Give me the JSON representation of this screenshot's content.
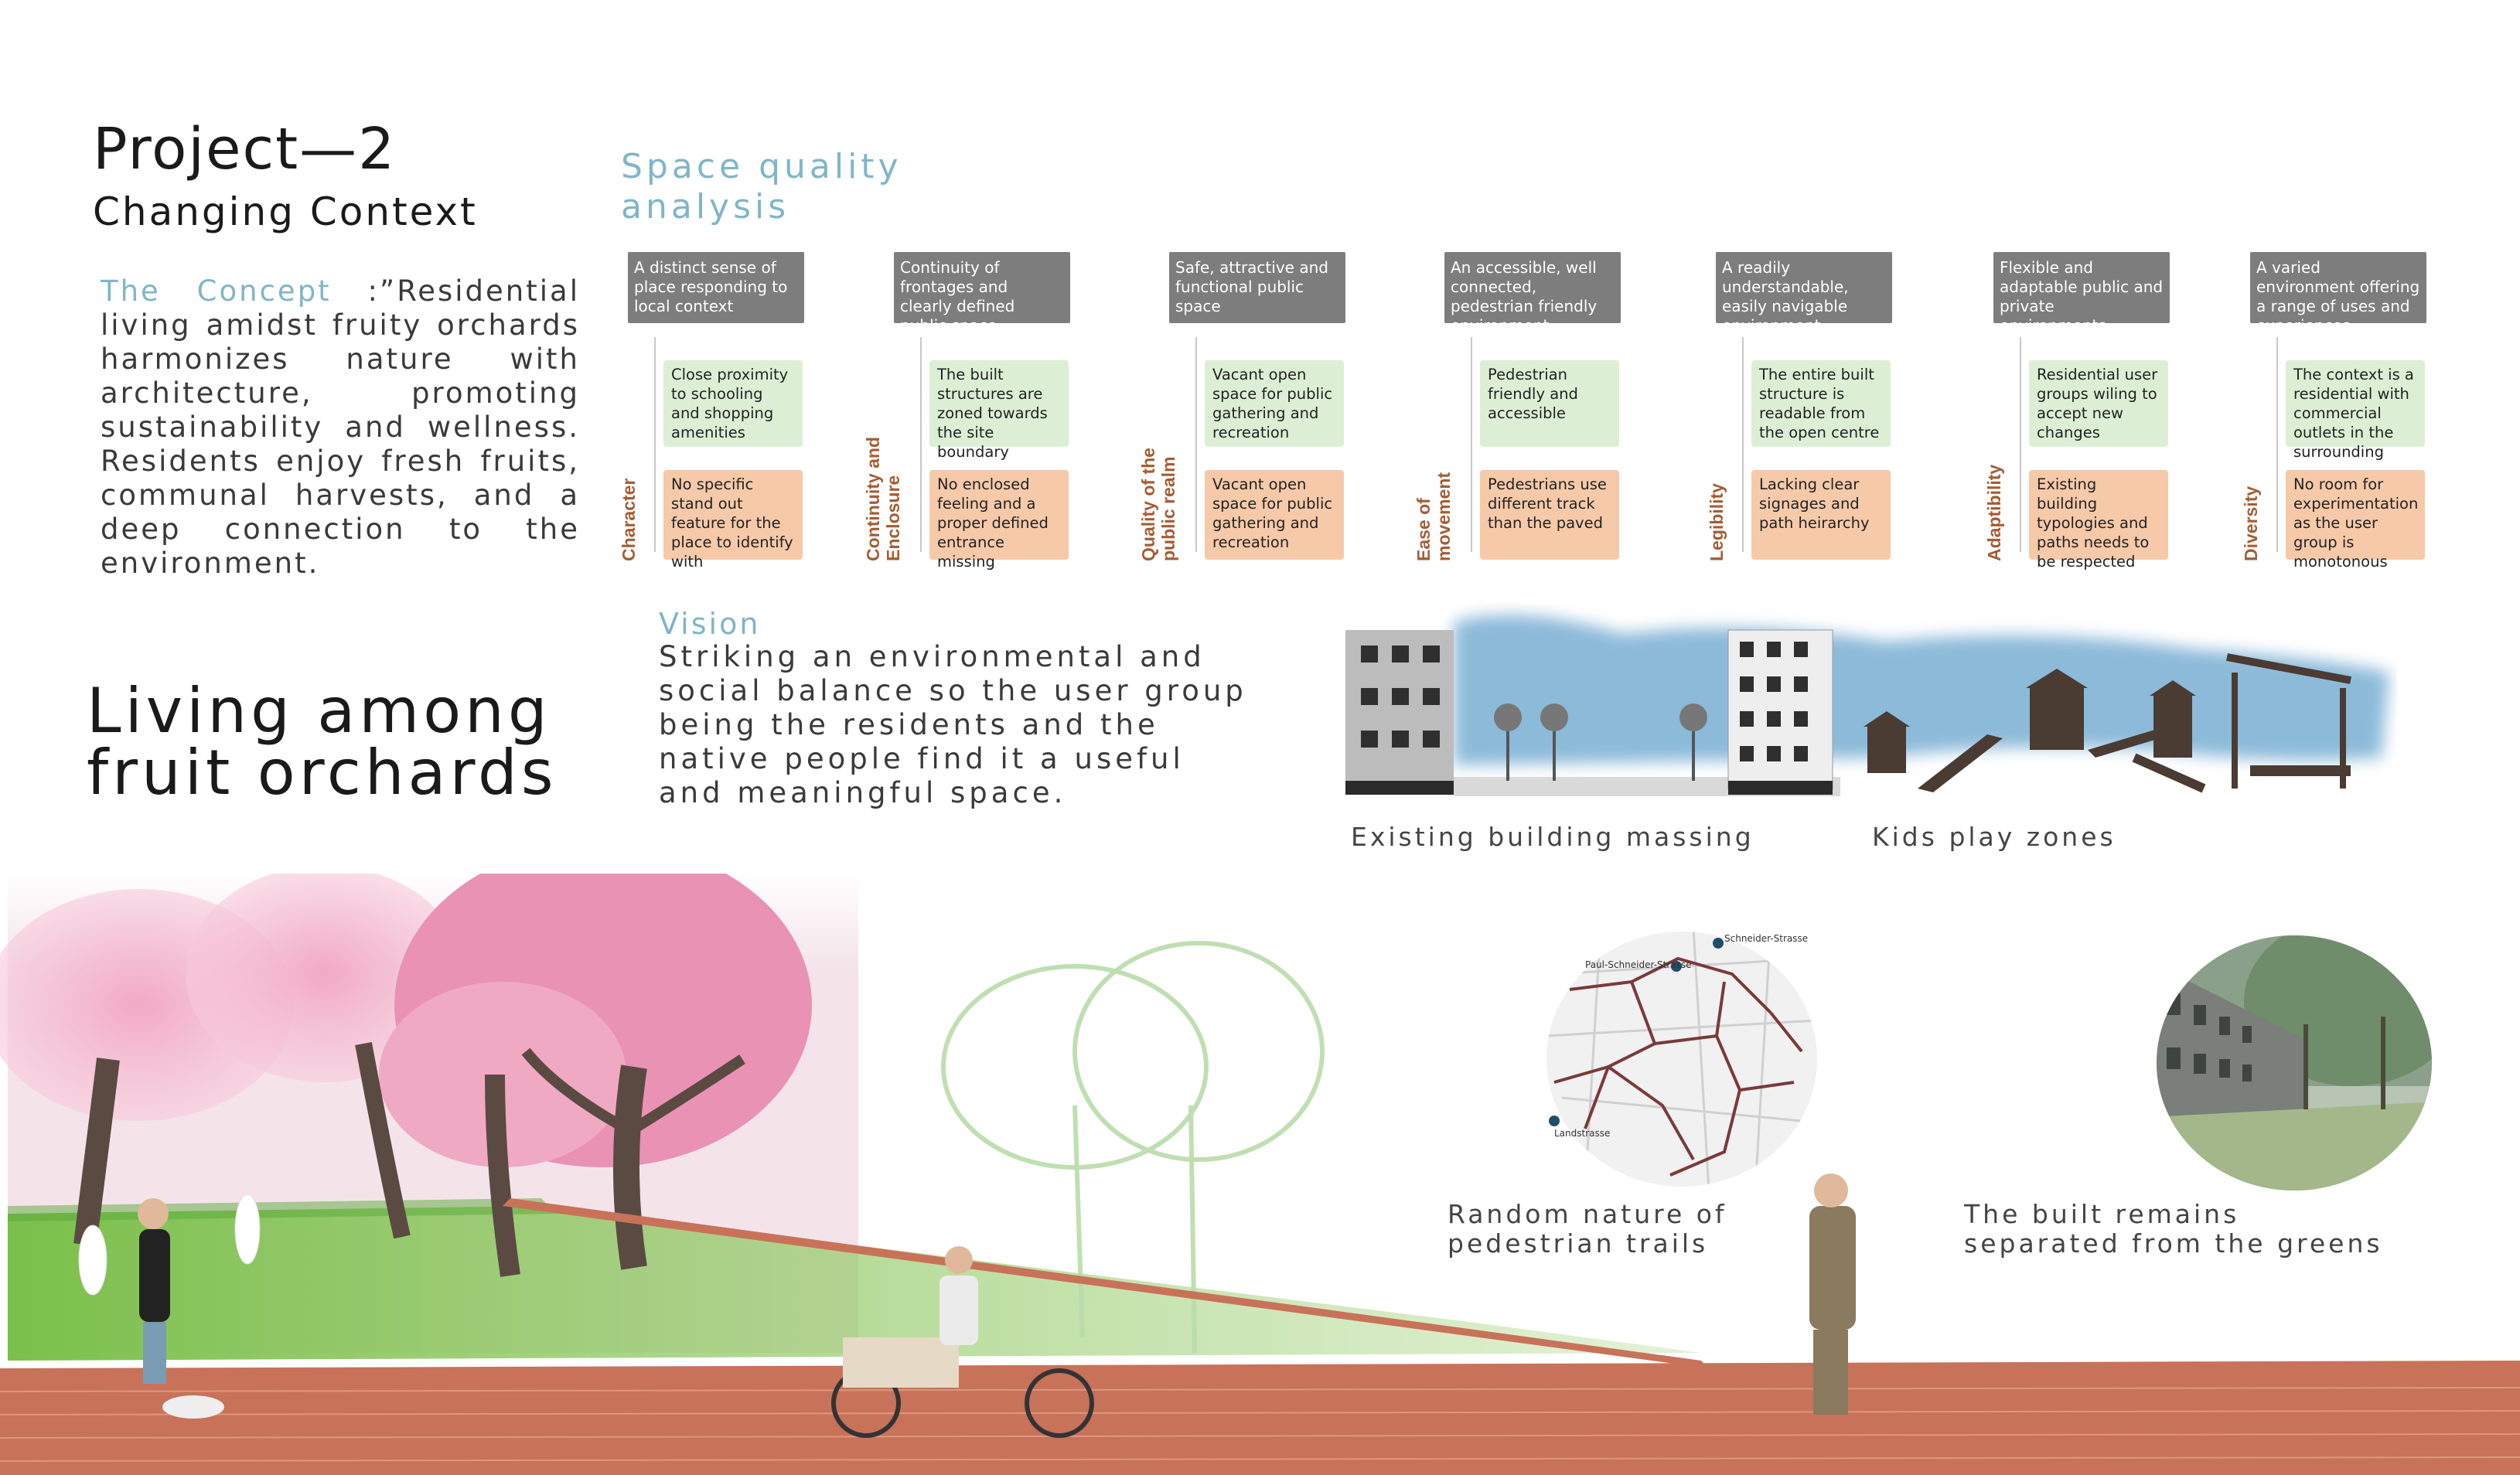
{
  "header": {
    "title": "Project—2",
    "subtitle": "Changing Context"
  },
  "concept": {
    "label": "The Concept",
    "text": " :”Residential living amidst fruity orchards harmonizes nature with architecture, promoting sustainability and wellness. Residents enjoy fresh fruits, communal harvests, and a deep connection to the environment."
  },
  "headline": {
    "line1": "Living among",
    "line2": "fruit orchards"
  },
  "space_quality": {
    "title_line1": "Space quality",
    "title_line2": "analysis",
    "columns": [
      {
        "header": "A distinct sense of place responding to local context",
        "criterion": "Character",
        "positive": "Close proximity to schooling and shopping amenities",
        "negative": "No specific stand out feature for the place to identify with"
      },
      {
        "header": "Continuity of frontages and clearly defined public space",
        "criterion": "Continuity and Enclosure",
        "positive": "The built structures are zoned towards the site boundary",
        "negative": "No enclosed feeling and a proper defined entrance missing"
      },
      {
        "header": "Safe, attractive and functional public space",
        "criterion": "Quality of the public realm",
        "positive": "Vacant open space for public gathering and recreation",
        "negative": "Vacant open space for public gathering and recreation"
      },
      {
        "header": "An accessible, well connected, pedestrian friendly environment",
        "criterion": "Ease of movement",
        "positive": "Pedestrian friendly and accessible",
        "negative": "Pedestrians use different track than the paved"
      },
      {
        "header": "A readily understandable, easily navigable environment",
        "criterion": "Legibility",
        "positive": "The entire built structure is readable from the open centre",
        "negative": "Lacking clear signages and path heirarchy"
      },
      {
        "header": "Flexible and adaptable public and private environments",
        "criterion": "Adaptibility",
        "positive": "Residential user groups wiling to accept new changes",
        "negative": "Existing building typologies and paths needs to be respected"
      },
      {
        "header": "A varied environment offering a range of uses and experiences",
        "criterion": "Diversity",
        "positive": "The context is a residential with commercial outlets in the surrounding",
        "negative": "No room for experimentation as the user group is monotonous"
      }
    ]
  },
  "vision": {
    "label": "Vision",
    "text": "Striking an environmental and social balance so the user group being the residents and the native people find it a useful and meaningful space."
  },
  "captions": {
    "existing": "Existing building massing",
    "kids": "Kids play zones",
    "trails_line1": "Random nature of",
    "trails_line2": "pedestrian trails",
    "built_line1": "The built remains",
    "built_line2": "separated from the greens"
  },
  "map_labels": {
    "street1": "Schneider-Strasse",
    "street2": "Paul-Schneider-Strasse",
    "street3": "Landstrasse"
  },
  "colors": {
    "accent_blue": "#7fb6c8",
    "header_gray": "#7d7d7d",
    "positive_green": "#dcefd5",
    "negative_peach": "#f6c9a9",
    "criterion_brown": "#a55c33",
    "brick": "#c8725a"
  }
}
